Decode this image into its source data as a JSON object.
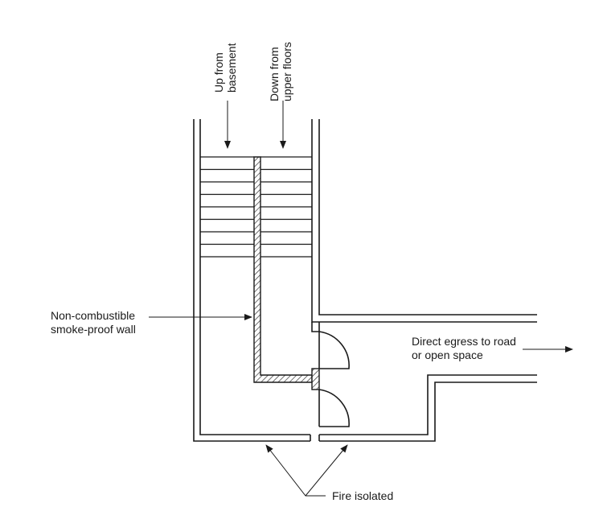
{
  "labels": {
    "up_from_basement": [
      "Up from",
      "basement"
    ],
    "down_from_upper": [
      "Down from",
      "upper floors"
    ],
    "wall_note": [
      "Non-combustible",
      "smoke-proof wall"
    ],
    "egress": [
      "Direct egress to road",
      "or open space"
    ],
    "fire_isolated": "Fire isolated"
  },
  "stair_tread_count": 9
}
